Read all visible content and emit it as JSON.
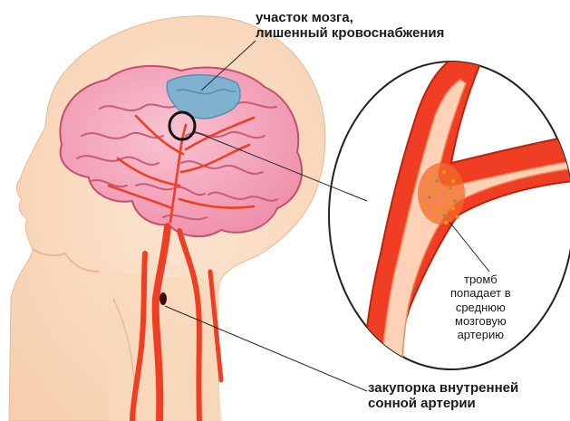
{
  "labels": {
    "brain_area": [
      "участок мозга,",
      "лишенный кровоснабжения"
    ],
    "thrombus": [
      "тромб",
      "попадает в",
      "среднюю",
      "мозговую",
      "артерию"
    ],
    "occlusion": [
      "закупорка внутренней",
      "сонной артерии"
    ]
  },
  "colors": {
    "skin": "#fbdcc0",
    "skin_shade": "#f4c7a4",
    "brain": "#f4a8bc",
    "brain_outline": "#c0506d",
    "ischemic_zone": "#79b3cf",
    "artery": "#ef3e23",
    "artery_dark": "#c92a12",
    "vessel_lumen": "#ffd2b8",
    "clot": "#f26a2a",
    "clot_dots": "#e89a18",
    "leader_line": "#222222"
  }
}
